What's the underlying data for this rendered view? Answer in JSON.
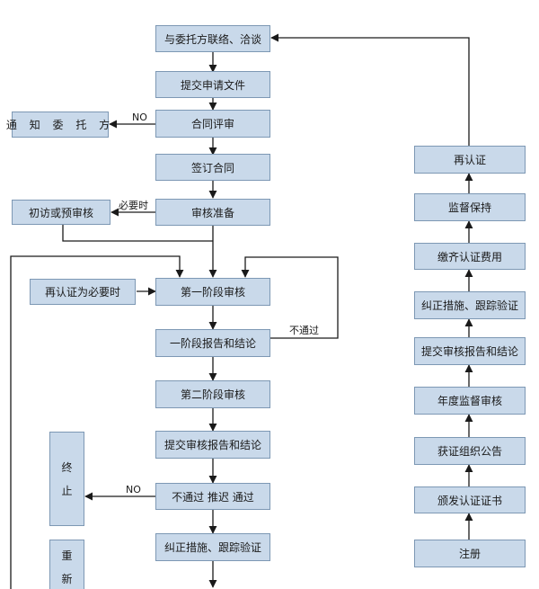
{
  "left_flow": {
    "contact": "与委托方联络、洽谈",
    "submit_application": "提交申请文件",
    "contract_review": "合同评审",
    "notify_client": "通 知 委 托 方",
    "sign_contract": "签订合同",
    "audit_prep": "审核准备",
    "pre_visit": "初访或预审核",
    "recert_if_needed": "再认证为必要时",
    "stage1_audit": "第一阶段审核",
    "stage1_report": "一阶段报告和结论",
    "stage2_audit": "第二阶段审核",
    "submit_report": "提交审核报告和结论",
    "decision": "不通过  推迟  通过",
    "corrective": "纠正措施、跟踪验证",
    "terminate_chars": [
      "终",
      "止"
    ],
    "restart_chars": [
      "重",
      "新"
    ]
  },
  "right_flow": {
    "recert": "再认证",
    "maintain": "监督保持",
    "pay_fees": "缴齐认证费用",
    "corrective": "纠正措施、跟踪验证",
    "submit_report": "提交审核报告和结论",
    "annual_audit": "年度监督审核",
    "announce": "获证组织公告",
    "issue_cert": "颁发认证证书",
    "register": "注册"
  },
  "edge_labels": {
    "no_1": "NO",
    "if_needed": "必要时",
    "fail": "不通过",
    "no_2": "NO"
  },
  "colors": {
    "box_fill": "#c9d9ea",
    "box_border": "#7d98b4",
    "line": "#1a1a1a"
  }
}
